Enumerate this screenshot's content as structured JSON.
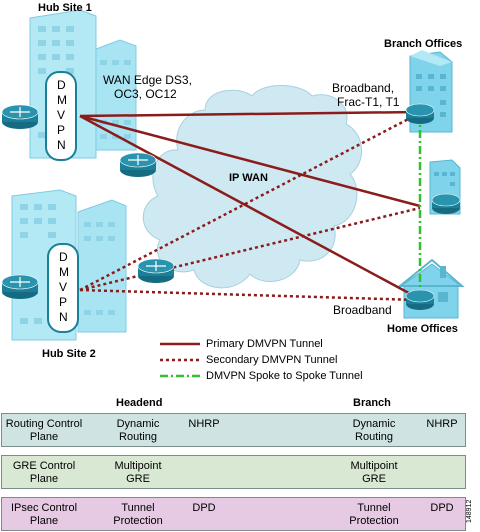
{
  "hub1": {
    "label": "Hub Site 1",
    "dmvpn": "DMVPN",
    "wan_edge_line1": "WAN Edge DS3,",
    "wan_edge_line2": "OC3, OC12"
  },
  "hub2": {
    "label": "Hub Site 2",
    "dmvpn": "DMVPN"
  },
  "cloud": {
    "label": "IP WAN"
  },
  "branch": {
    "title": "Branch Offices",
    "link_line1": "Broadband,",
    "link_line2": "Frac-T1, T1"
  },
  "home": {
    "title": "Home Offices",
    "link": "Broadband"
  },
  "legend": {
    "primary": "Primary DMVPN Tunnel",
    "secondary": "Secondary DMVPN Tunnel",
    "spoke": "DMVPN Spoke to Spoke Tunnel"
  },
  "table": {
    "col_headend": "Headend",
    "col_branch": "Branch",
    "rows": [
      {
        "plane_line1": "Routing Control",
        "plane_line2": "Plane",
        "head_a_line1": "Dynamic",
        "head_a_line2": "Routing",
        "head_b": "NHRP",
        "br_a_line1": "Dynamic",
        "br_a_line2": "Routing",
        "br_b": "NHRP"
      },
      {
        "plane_line1": "GRE Control",
        "plane_line2": "Plane",
        "head_a_line1": "Multipoint",
        "head_a_line2": "GRE",
        "head_b": "",
        "br_a_line1": "Multipoint",
        "br_a_line2": "GRE",
        "br_b": ""
      },
      {
        "plane_line1": "IPsec Control",
        "plane_line2": "Plane",
        "head_a_line1": "Tunnel",
        "head_a_line2": "Protection",
        "head_b": "DPD",
        "br_a_line1": "Tunnel",
        "br_a_line2": "Protection",
        "br_b": "DPD"
      }
    ]
  },
  "figure_id": "148912",
  "colors": {
    "building": "#a8e4f2",
    "building_edge": "#7fcbe0",
    "router": "#1a7f98",
    "cloud": "#cfe9f3",
    "primary": "#8b1c1c",
    "spoke": "#2ec02e",
    "row1": "#cfe3e3",
    "row2": "#d9e8d2",
    "row3": "#e6c9e3"
  }
}
